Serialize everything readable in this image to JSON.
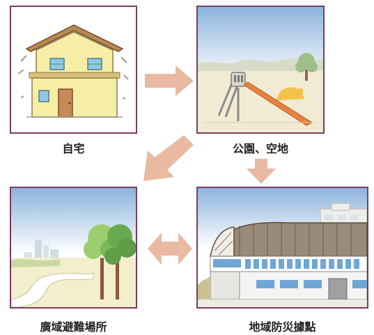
{
  "labels": {
    "home": "自宅",
    "park": "公園、空地",
    "evacuation_area": "廣域避難場所",
    "disaster_center": "地域防災據點"
  },
  "colors": {
    "frame": "#7b3b63",
    "arrow": "#e9b9a2",
    "sky_top": "#8cb4dd",
    "sky_bottom": "#ffffff"
  }
}
